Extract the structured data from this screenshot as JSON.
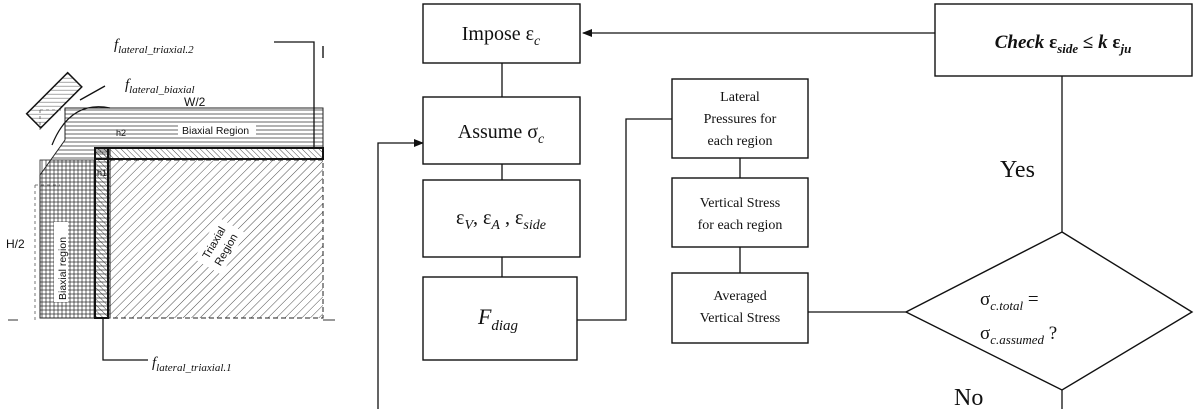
{
  "cross_section": {
    "label_lateral_triaxial_2": {
      "main": "f",
      "sub": "lateral_triaxial.2"
    },
    "label_lateral_biaxial": {
      "main": "f",
      "sub": "lateral_biaxial"
    },
    "label_lateral_triaxial_1": {
      "main": "f",
      "sub": "lateral_triaxial.1"
    },
    "dim_width_half": "W/2",
    "dim_height_half": "H/2",
    "dim_h1": "h1",
    "dim_h2": "h2",
    "region_biaxial_top": "Biaxial Region",
    "region_biaxial_side": "Biaxial region",
    "region_triaxial_line1": "Triaxial",
    "region_triaxial_line2": "Region"
  },
  "flowchart": {
    "impose": {
      "text": "Impose ε",
      "sub": "c"
    },
    "assume": {
      "text": "Assume σ",
      "sub": "c"
    },
    "strains": {
      "e1": "ε",
      "s1": "V",
      "sep1": ", ",
      "e2": "ε",
      "s2": "A",
      "sep2": " , ",
      "e3": "ε",
      "s3": "side"
    },
    "fdiag": {
      "main": "F",
      "sub": "diag"
    },
    "lateral": [
      "Lateral",
      "Pressures  for",
      "each region"
    ],
    "vertical": [
      "Vertical Stress",
      "for each region"
    ],
    "averaged": [
      "Averaged",
      "Vertical Stress"
    ],
    "check": {
      "c1": "Check ",
      "e1": "ε",
      "s1": "side",
      "op": " ≤ ",
      "k": "k",
      "sp": " ",
      "e2": "ε",
      "s2": "ju"
    },
    "decision": {
      "line1_sigma": "σ",
      "line1_sub": "c.total",
      "line1_eq": " =",
      "line2_sigma": "σ",
      "line2_sub": "c.assumed",
      "line2_q": " ?"
    },
    "yes_label": "Yes",
    "no_label": "No"
  }
}
